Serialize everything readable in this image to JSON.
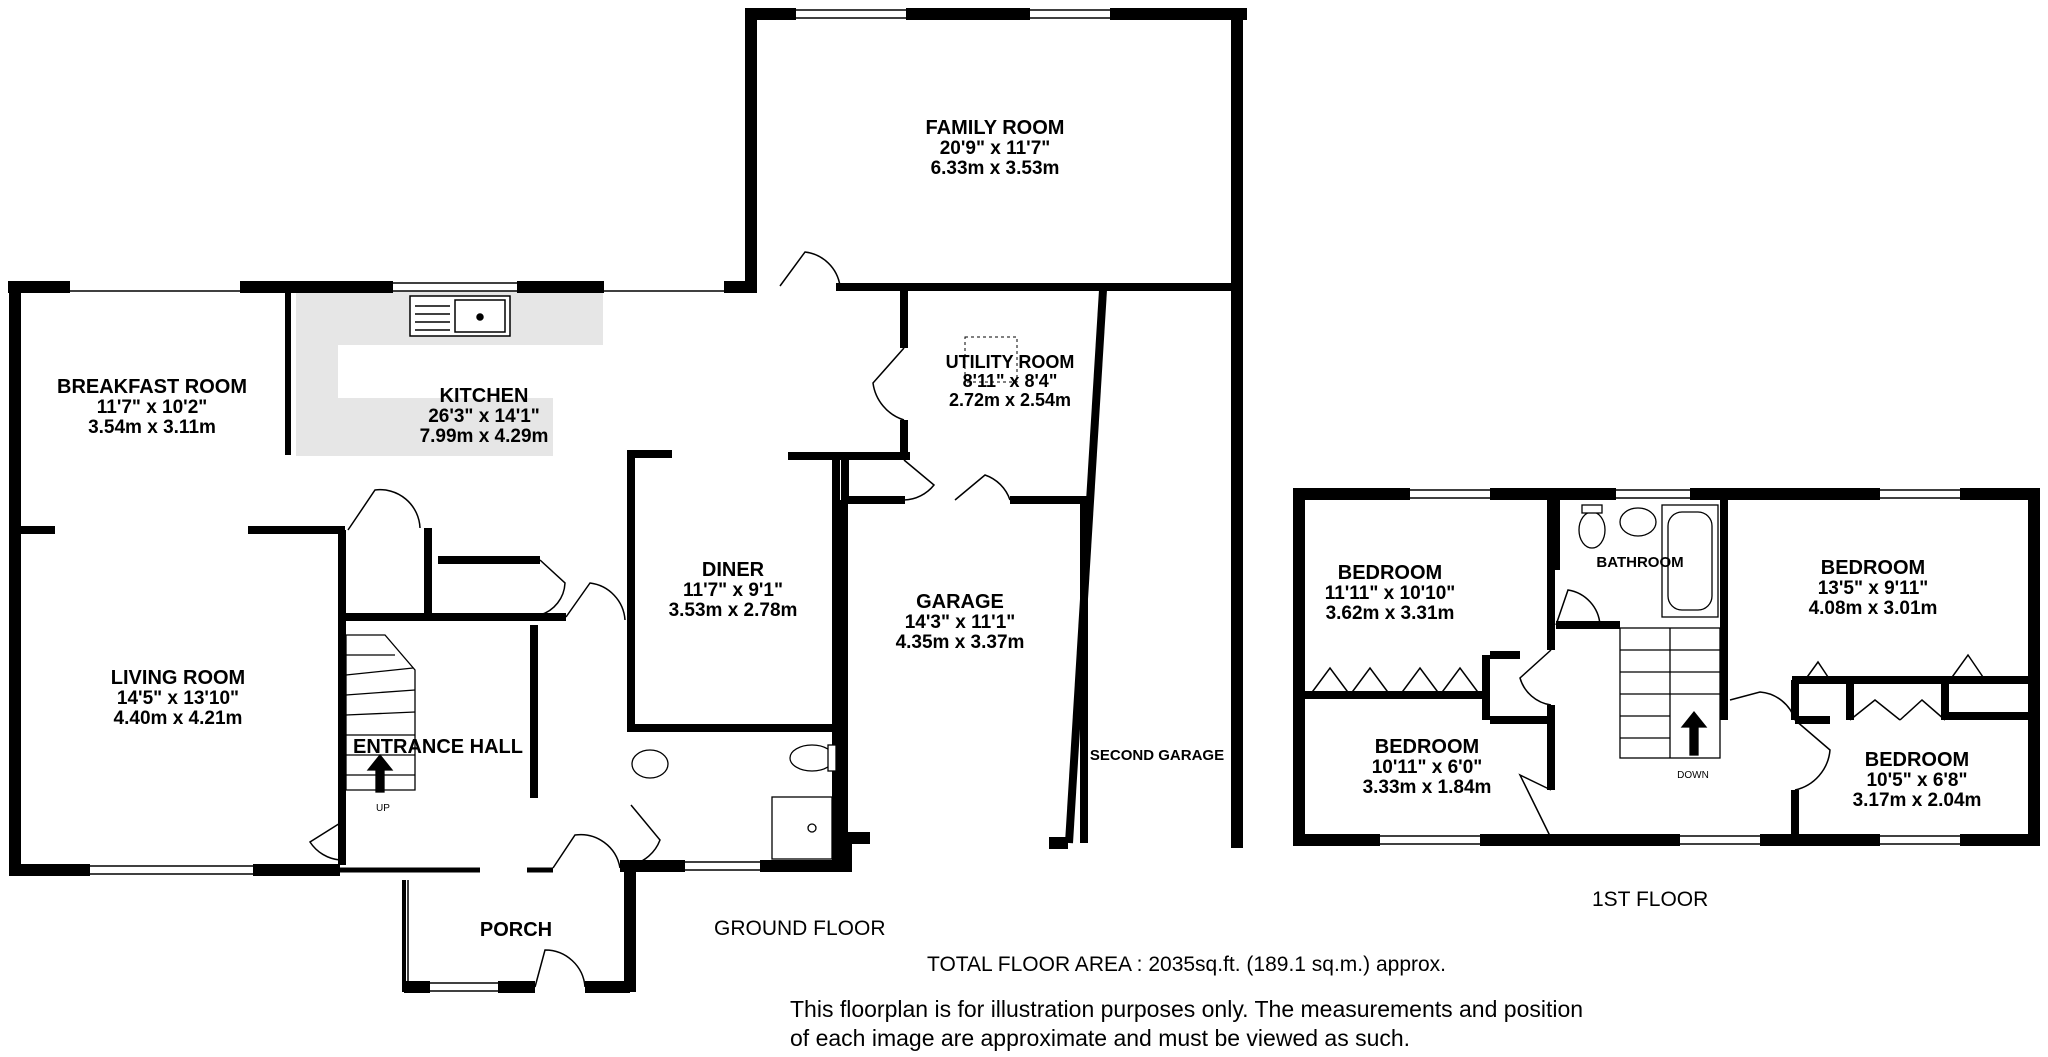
{
  "ground_floor": {
    "label": "GROUND FLOOR",
    "rooms": {
      "family_room": {
        "name": "FAMILY ROOM",
        "imperial": "20'9\"  x 11'7\"",
        "metric": "6.33m  x 3.53m"
      },
      "breakfast_room": {
        "name": "BREAKFAST ROOM",
        "imperial": "11'7\"  x 10'2\"",
        "metric": "3.54m  x 3.11m"
      },
      "kitchen": {
        "name": "KITCHEN",
        "imperial": "26'3\"  x 14'1\"",
        "metric": "7.99m  x 4.29m"
      },
      "utility_room": {
        "name": "UTILITY ROOM",
        "imperial": "8'11\"  x 8'4\"",
        "metric": "2.72m  x 2.54m"
      },
      "diner": {
        "name": "DINER",
        "imperial": "11'7\"  x 9'1\"",
        "metric": "3.53m  x 2.78m"
      },
      "garage": {
        "name": "GARAGE",
        "imperial": "14'3\"  x 11'1\"",
        "metric": "4.35m  x 3.37m"
      },
      "living_room": {
        "name": "LIVING ROOM",
        "imperial": "14'5\"  x 13'10\"",
        "metric": "4.40m  x 4.21m"
      },
      "entrance_hall": {
        "name": "ENTRANCE HALL"
      },
      "second_garage": {
        "name": "SECOND GARAGE"
      },
      "porch": {
        "name": "PORCH"
      }
    },
    "stair_label": "UP"
  },
  "first_floor": {
    "label": "1ST FLOOR",
    "rooms": {
      "bedroom_1": {
        "name": "BEDROOM",
        "imperial": "11'11\"  x 10'10\"",
        "metric": "3.62m  x 3.31m"
      },
      "bathroom": {
        "name": "BATHROOM"
      },
      "bedroom_2": {
        "name": "BEDROOM",
        "imperial": "13'5\"  x 9'11\"",
        "metric": "4.08m  x 3.01m"
      },
      "bedroom_3": {
        "name": "BEDROOM",
        "imperial": "10'11\"  x 6'0\"",
        "metric": "3.33m  x 1.84m"
      },
      "bedroom_4": {
        "name": "BEDROOM",
        "imperial": "10'5\"  x 6'8\"",
        "metric": "3.17m  x 2.04m"
      }
    },
    "stair_label": "DOWN"
  },
  "footer": {
    "total_area": "TOTAL FLOOR AREA : 2035sq.ft. (189.1 sq.m.) approx.",
    "disclaimer_line1": "This floorplan is for illustration purposes only. The measurements and position",
    "disclaimer_line2": "of each image are approximate and must be viewed as such."
  },
  "colors": {
    "wall": "#000000",
    "worktop": "#e6e6e6",
    "background": "#ffffff"
  }
}
